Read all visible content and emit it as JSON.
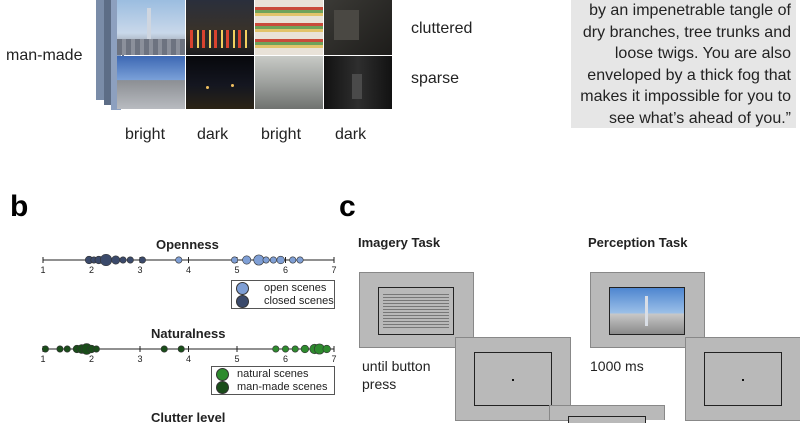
{
  "panel_a": {
    "row_label": "man-made",
    "clutter_labels": [
      "cluttered",
      "sparse"
    ],
    "column_labels": [
      "bright",
      "dark",
      "bright",
      "dark"
    ],
    "quote": "by an impenetrable tangle of\ndry branches, tree trunks and\nloose twigs. You are also\nenveloped by a thick fog that\nmakes it impossible for you to\nsee what’s ahead of you.”"
  },
  "panel_b": {
    "letter": "b",
    "scales": [
      {
        "title": "Openness",
        "ticks": [
          "1",
          "2",
          "3",
          "4",
          "5",
          "6",
          "7"
        ],
        "legend": [
          "open scenes",
          "closed scenes"
        ],
        "legend_colors": [
          "#7f9fd5",
          "#3b4a6b"
        ]
      },
      {
        "title": "Naturalness",
        "ticks": [
          "1",
          "2",
          "3",
          "4",
          "5",
          "6",
          "7"
        ],
        "legend": [
          "natural scenes",
          "man-made scenes"
        ],
        "legend_colors": [
          "#2e8b2e",
          "#1a4d1a"
        ]
      },
      {
        "title": "Clutter level"
      }
    ]
  },
  "panel_c": {
    "letter": "c",
    "imagery_title": "Imagery Task",
    "perception_title": "Perception Task",
    "imagery_caption": "until button\npress",
    "perception_caption": "1000 ms"
  },
  "chart_data": [
    {
      "type": "scatter",
      "title": "Openness",
      "xlim": [
        1,
        7
      ],
      "series": [
        {
          "name": "open scenes",
          "x": [
            3.8,
            4.95,
            5.2,
            5.45,
            5.6,
            5.75,
            5.9,
            6.15,
            6.3
          ],
          "size": [
            1,
            1,
            1.3,
            1.6,
            1,
            1,
            1.2,
            1,
            1
          ]
        },
        {
          "name": "closed scenes",
          "x": [
            1.95,
            2.05,
            2.15,
            2.3,
            2.5,
            2.65,
            2.8,
            3.05
          ],
          "size": [
            1.2,
            1,
            1.2,
            1.8,
            1.3,
            1,
            1,
            1
          ]
        }
      ]
    },
    {
      "type": "scatter",
      "title": "Naturalness",
      "xlim": [
        1,
        7
      ],
      "series": [
        {
          "name": "natural scenes",
          "x": [
            5.8,
            6.0,
            6.2,
            6.4,
            6.6,
            6.7,
            6.85
          ],
          "size": [
            1,
            1,
            1,
            1.2,
            1.5,
            1.6,
            1.2
          ]
        },
        {
          "name": "man-made scenes",
          "x": [
            1.05,
            1.35,
            1.5,
            1.7,
            1.8,
            1.9,
            2.0,
            2.1,
            3.5,
            3.85
          ],
          "size": [
            1,
            1,
            1,
            1.2,
            1.4,
            1.7,
            1.2,
            1,
            1,
            1
          ]
        }
      ]
    }
  ]
}
